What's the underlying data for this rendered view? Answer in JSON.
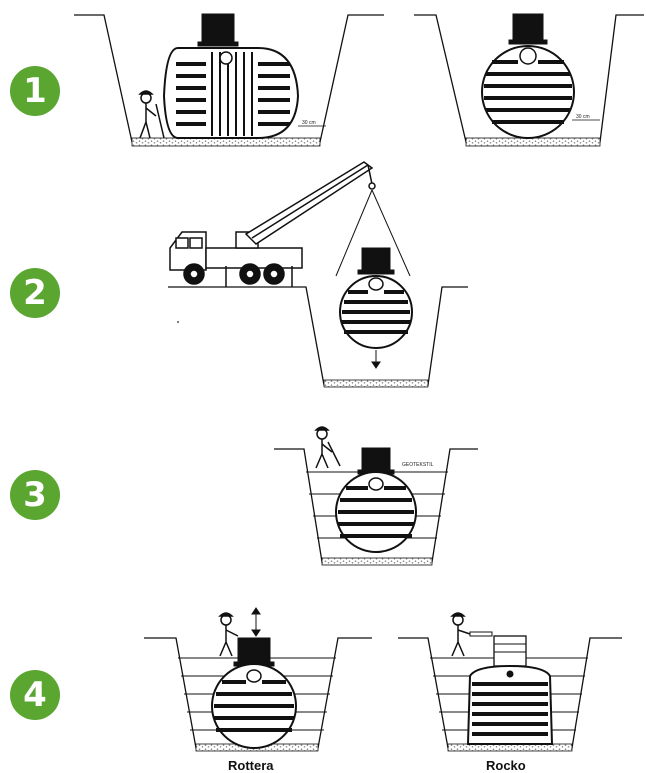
{
  "steps": [
    {
      "number": "1"
    },
    {
      "number": "2"
    },
    {
      "number": "3"
    },
    {
      "number": "4"
    }
  ],
  "annotations": {
    "clearance_left": "30 cm",
    "clearance_right": "30 cm",
    "geotextile": "GEOTEKSTIL"
  },
  "captions": {
    "left_tank": "Rottera",
    "right_tank": "Rocko"
  },
  "colors": {
    "badge": "#5aa631",
    "ink": "#111111",
    "gravel": "#bbbbbb"
  }
}
